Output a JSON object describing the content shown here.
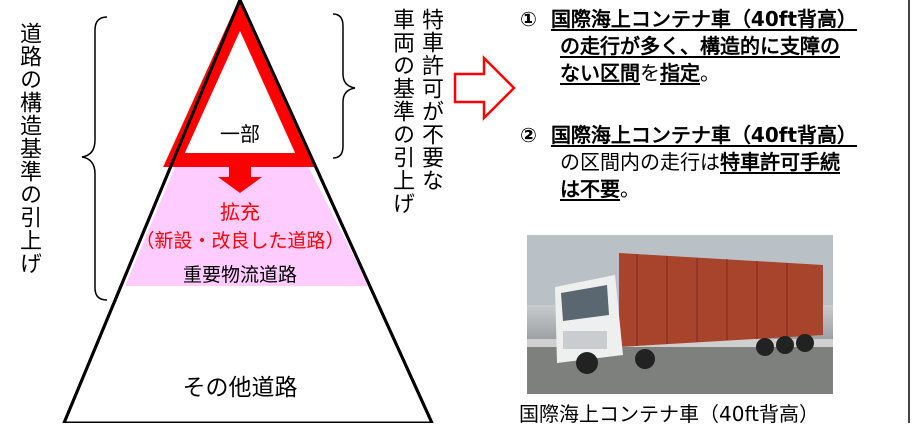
{
  "left_label": "道路の構造基準の引上げ",
  "right_label_col1": "特車許可が不要な",
  "right_label_col2": "車両の基準の引上げ",
  "pyramid": {
    "top": "一部",
    "expand_label": "拡充",
    "expand_sub": "（新設・改良した道路）",
    "middle": "重要物流道路",
    "bottom": "その他道路"
  },
  "points": [
    {
      "num": "①",
      "line1": "国際海上コンテナ車（40ft背高）",
      "line2": "の走行が多く、構造的に支障の",
      "line3_underlined": "ない区間",
      "line3_mid": "を",
      "line3_emph": "指定",
      "line3_end": "。"
    },
    {
      "num": "②",
      "line1": "国際海上コンテナ車（40ft背高）",
      "line2_plain": "の区間内の走行は",
      "line2_emph": "特車許可手続",
      "line3_emph": "は不要",
      "line3_end": "。"
    }
  ],
  "photo": {
    "alt_icon": "truck-photo"
  },
  "caption": "国際海上コンテナ車（40ft背高）",
  "colors": {
    "red": "#ff0000",
    "pink": "#ffccff"
  }
}
